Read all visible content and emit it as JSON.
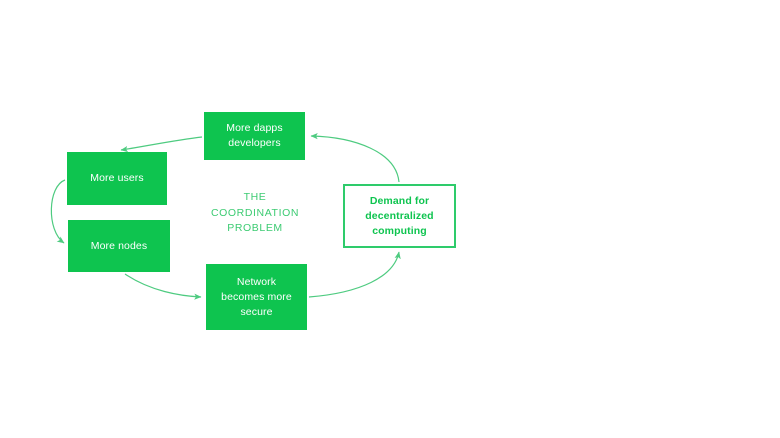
{
  "diagram": {
    "title": "The Coordination Problem",
    "center_caption": "THE\nCOORDINATION\nPROBLEM",
    "colors": {
      "fill_green": "#0ec44f",
      "stroke_green": "#2ecb6b",
      "arrow_green": "#4ecb80",
      "caption_green": "#3ccb72",
      "node_text_white": "#ffffff",
      "background": "#ffffff"
    },
    "nodes": [
      {
        "id": "dapps",
        "label": "More dapps\ndevelopers",
        "style": "filled"
      },
      {
        "id": "users",
        "label": "More users",
        "style": "filled"
      },
      {
        "id": "nodes",
        "label": "More nodes",
        "style": "filled"
      },
      {
        "id": "network",
        "label": "Network\nbecomes more\nsecure",
        "style": "filled"
      },
      {
        "id": "demand",
        "label": "Demand for\ndecentralized\ncomputing",
        "style": "outlined"
      }
    ],
    "edges": [
      {
        "id": "dapps-to-users",
        "from": "dapps",
        "to": "users",
        "direction": "left-down"
      },
      {
        "id": "users-to-nodes",
        "from": "users",
        "to": "nodes",
        "direction": "left-down"
      },
      {
        "id": "nodes-to-network",
        "from": "nodes",
        "to": "network",
        "direction": "right-down"
      },
      {
        "id": "network-to-demand",
        "from": "network",
        "to": "demand",
        "direction": "right-up"
      },
      {
        "id": "demand-to-dapps",
        "from": "demand",
        "to": "dapps",
        "direction": "left-up"
      }
    ]
  }
}
